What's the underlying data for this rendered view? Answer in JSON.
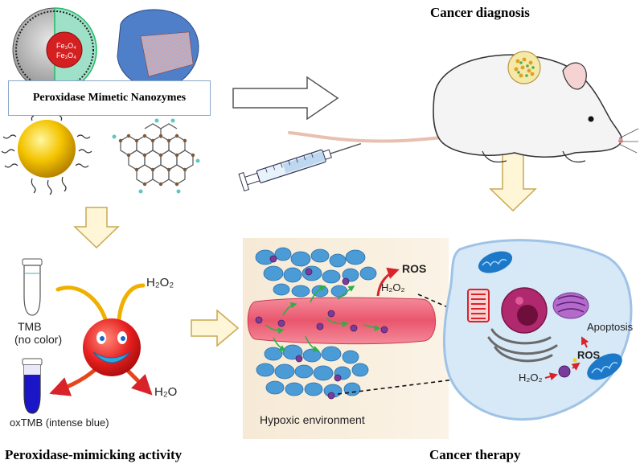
{
  "top": {
    "nanozyme_box_label": "Peroxidase Mimetic Nanozymes",
    "core_label_1": "Fe₃O₄",
    "core_label_2": "Fe₃O₄",
    "diagnosis_title": "Cancer diagnosis"
  },
  "left": {
    "h2o2": "H₂O₂",
    "tmb_line1": "TMB",
    "tmb_line2": "(no color)",
    "h2o": "H₂O",
    "oxtmb": "oxTMB (intense blue)",
    "section_title": "Peroxidase-mimicking activity"
  },
  "therapy": {
    "ros_top": "ROS",
    "h2o2_top": "H₂O₂",
    "hypoxic": "Hypoxic environment",
    "apoptosis": "Apoptosis",
    "ros_cell": "ROS",
    "h2o2_cell": "H₂O₂",
    "section_title": "Cancer therapy"
  },
  "colors": {
    "arrow_fill": "#fff6d8",
    "arrow_stroke": "#c8a850",
    "vessel": "#f06a7e",
    "tumor_cell": "#4a9bd6",
    "nanozyme_dot": "#7a3c9a",
    "cell_bg": "#d7e8f7",
    "nucleus": "#b0286e",
    "smiley": "#e51e1e"
  }
}
